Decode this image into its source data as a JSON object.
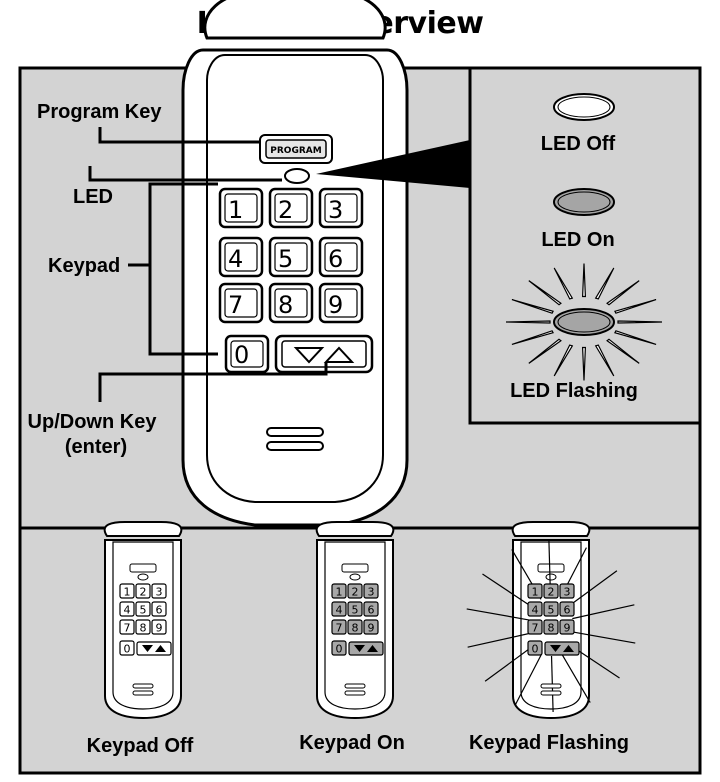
{
  "title": "Keypad Overview",
  "callouts": {
    "program_key": "Program Key",
    "led": "LED",
    "keypad": "Keypad",
    "up_down_key": "Up/Down Key",
    "enter": "(enter)"
  },
  "program_button_text": "PROGRAM",
  "keys": [
    "1",
    "2",
    "3",
    "4",
    "5",
    "6",
    "7",
    "8",
    "9",
    "0"
  ],
  "led_states": {
    "off": "LED Off",
    "on": "LED On",
    "flashing": "LED Flashing"
  },
  "keypad_states": {
    "off": "Keypad Off",
    "on": "Keypad On",
    "flashing": "Keypad Flashing"
  },
  "colors": {
    "panel_gray": "#d3d3d3",
    "key_lit": "#a8a8a8",
    "led_on": "#a5a5a5",
    "line": "#000000"
  }
}
